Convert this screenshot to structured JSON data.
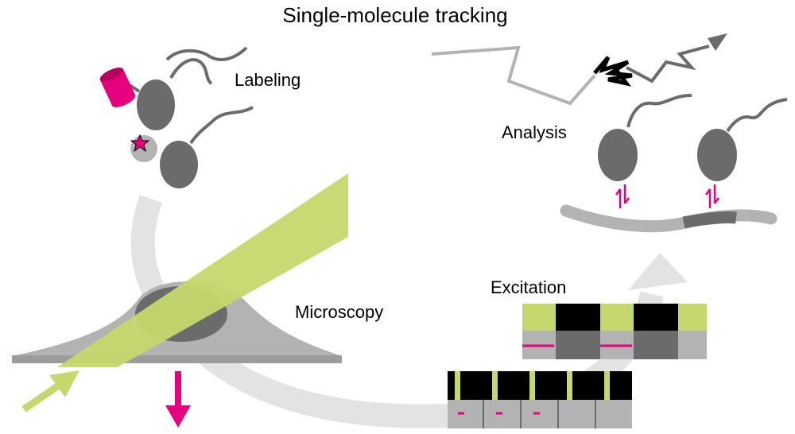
{
  "title": "Single-molecule tracking",
  "labels": {
    "labeling": "Labeling",
    "microscopy": "Microscopy",
    "excitation": "Excitation",
    "analysis": "Analysis"
  },
  "colors": {
    "magenta": "#e6007e",
    "green": "#c5d86d",
    "dark_gray": "#6b6b6b",
    "mid_gray": "#8c8c8c",
    "light_gray": "#b3b3b3",
    "pale_gray": "#e3e3e3",
    "black": "#000000"
  },
  "icons": {
    "protein": "ellipse-protein-icon",
    "tag_label": "magenta-cylinder-icon",
    "dye_label": "magenta-star-icon",
    "laser_beam": "green-beam-icon",
    "emission": "magenta-arrow-icon",
    "binding": "double-arrow-icon"
  }
}
